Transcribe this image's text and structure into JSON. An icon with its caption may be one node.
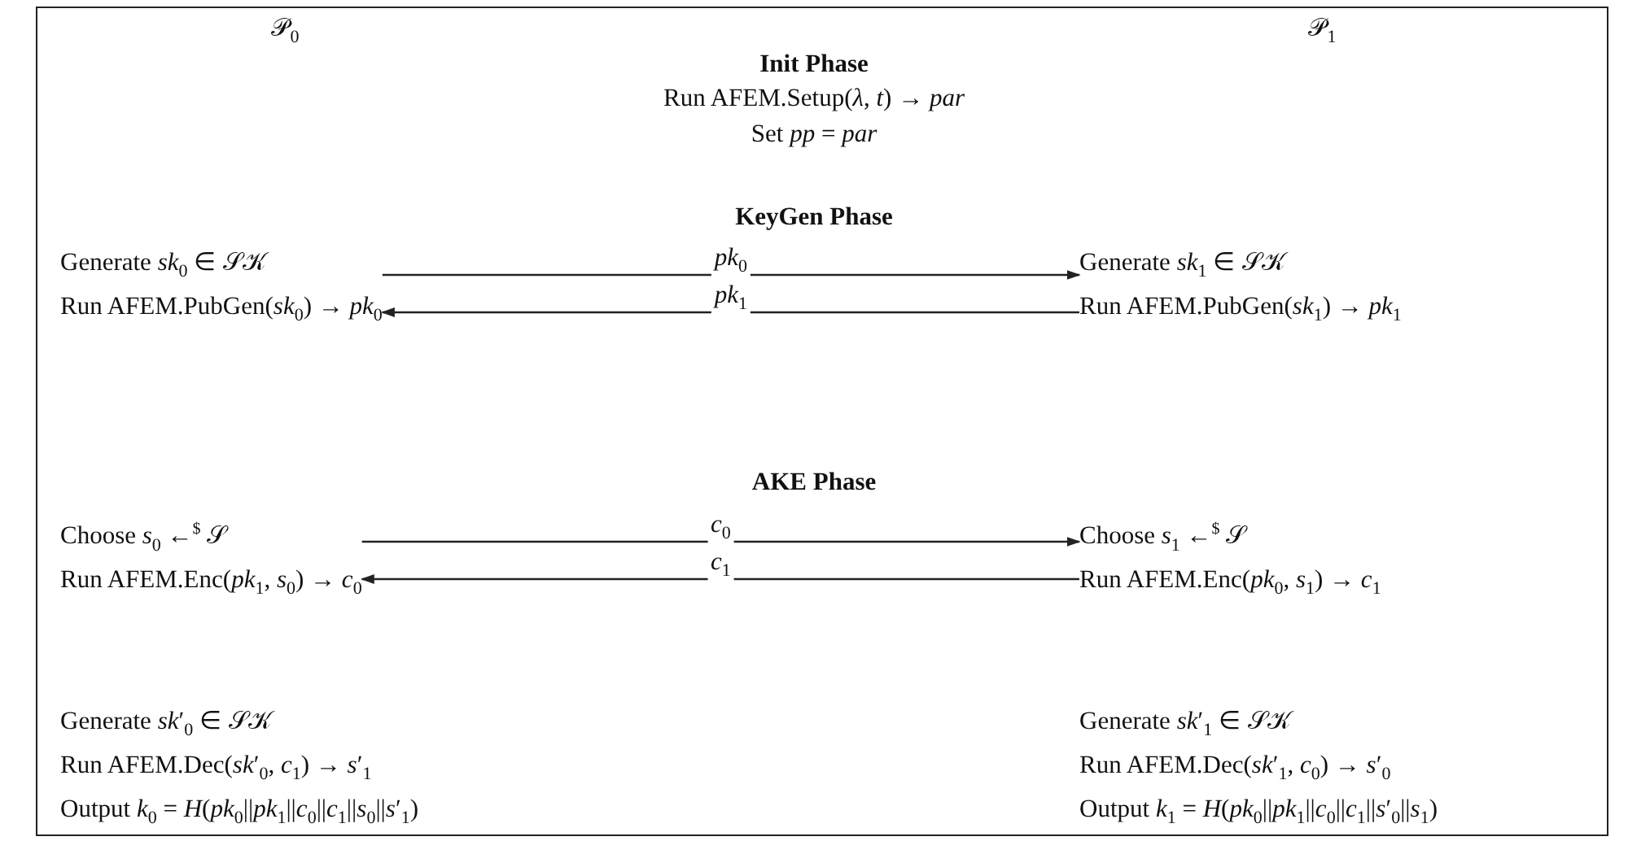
{
  "diagram": {
    "nodes": [
      {
        "text": [
          "Generate *sk*$_{0}$ ∈ 𝒮𝒦",
          "Run AFEM.PubGen(*sk*$_{0}$) → *pk*$_{0}$"
        ]
      },
      {
        "text": [
          "Generate *sk*$_{1}$ ∈ 𝒮𝒦",
          "Run AFEM.PubGen(*sk*$_{1}$) → *pk*$_{1}$"
        ]
      },
      {
        "text": [
          "Choose *s*$_{0}$ ←$^{$}$ 𝒮",
          "Run AFEM.Enc(*pk*$_{1}$, *s*$_{0}$) → *c*$_{0}$"
        ]
      },
      {
        "text": [
          "Choose *s*$_{1}$ ←$^{$}$ 𝒮",
          "Run AFEM.Enc(*pk*$_{0}$, *s*$_{1}$) → *c*$_{1}$"
        ]
      },
      {
        "text": [
          "Generate *sk*′$_{0}$ ∈ 𝒮𝒦",
          "Run AFEM.Dec(*sk*′$_{0}$, *c*$_{1}$) → *s*′$_{1}$",
          "Output *k*$_{0}$ = *H*(*pk*$_{0}$||*pk*$_{1}$||*c*$_{0}$||*c*$_{1}$||*s*$_{0}$||*s*′$_{1}$)"
        ]
      },
      {
        "text": [
          "Generate *sk*′$_{1}$ ∈ 𝒮𝒦",
          "Run AFEM.Dec(*sk*′$_{1}$, *c*$_{0}$) → *s*′$_{0}$",
          "Output *k*$_{1}$ = *H*(*pk*$_{0}$||*pk*$_{1}$||*c*$_{0}$||*c*$_{1}$||*s*′$_{0}$||*s*$_{1}$)"
        ]
      }
    ],
    "edges": [
      {
        "from": 0,
        "to": 1,
        "arrow": "to",
        "label": "*pk*$_{0}$"
      },
      {
        "from": 1,
        "to": 0,
        "arrow": "to",
        "label": "*pk*$_{1}$"
      },
      {
        "from": 2,
        "to": 3,
        "arrow": "to",
        "label": "*c*$_{0}$"
      },
      {
        "from": 3,
        "to": 2,
        "arrow": "to",
        "label": "*c*$_{1}$"
      }
    ],
    "labels": [
      "𝒫$_{0}$",
      "𝒫$_{1}$",
      "Init Phase",
      "Run AFEM.Setup(*λ*, *t*) → *par*",
      "Set *pp* = *par*",
      "KeyGen Phase",
      "AKE Phase"
    ]
  }
}
